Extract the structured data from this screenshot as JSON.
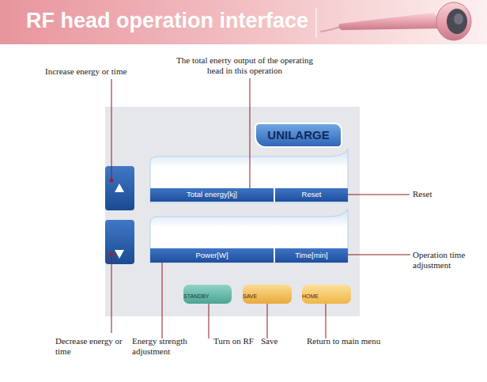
{
  "diagram": {
    "title": "RF head operation interface",
    "nodes": [
      {
        "text": [
          "UNILARGE"
        ]
      },
      {
        "text": [
          "Total energy[kj]"
        ]
      },
      {
        "text": [
          "Reset"
        ]
      },
      {
        "text": [
          "Power[W]"
        ]
      },
      {
        "text": [
          "Time[min]"
        ]
      },
      {
        "text": [
          "STANDBY"
        ]
      },
      {
        "text": [
          "SAVE"
        ]
      },
      {
        "text": [
          "HOME"
        ]
      }
    ],
    "labels": [
      "Increase energy or time",
      "The total enerty output of the operating head in this operation",
      "Reset",
      "Operation time adjustment",
      "Decrease energy or time",
      "Energy strength adjustment",
      "Turn on RF",
      "Save",
      "Return to main menu"
    ]
  }
}
